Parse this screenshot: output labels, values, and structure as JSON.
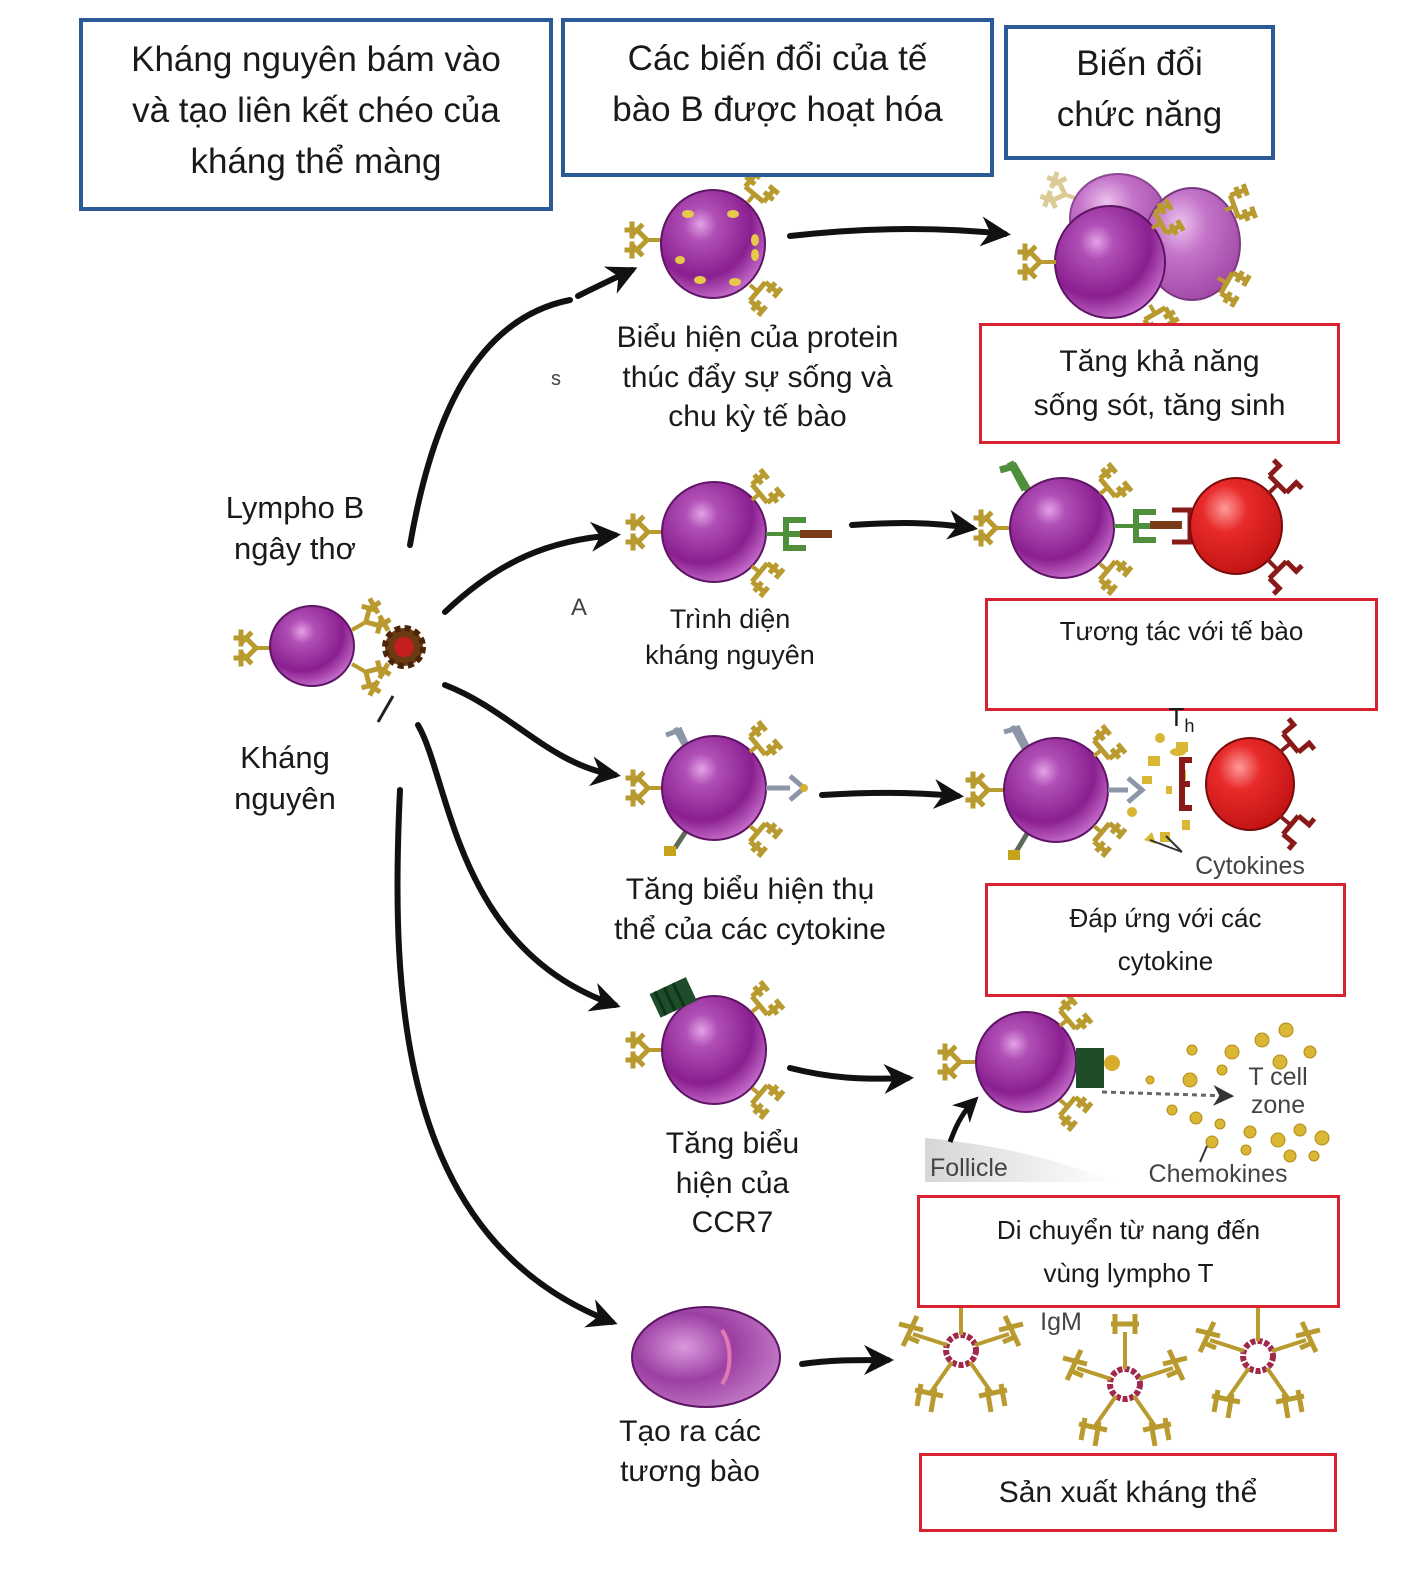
{
  "headers": [
    {
      "id": "binding",
      "text": "Kháng nguyên bám vào\nvà tạo liên kết chéo của\nkháng thể màng"
    },
    {
      "id": "activated-changes",
      "text": "Các biến đổi của tế\nbào B được hoạt hóa"
    },
    {
      "id": "functional-changes",
      "text": "Biến đổi\nchức năng"
    }
  ],
  "left_labels": {
    "naive_b": "Lympho B\nngây thơ",
    "antigen": "Kháng\nnguyên",
    "stray_s": "s",
    "stray_a": "A"
  },
  "pathways": [
    {
      "step": "Biểu hiện của protein\nthúc đẩy sự sống và\nchu kỳ tế bào",
      "function": "Tăng khả năng\nsống sót, tăng sinh"
    },
    {
      "step": "Trình diện\nkháng nguyên",
      "function_main": "Tương tác với tế bào",
      "function_T": "T",
      "function_sub": "h"
    },
    {
      "step": "Tăng biểu hiện thụ\nthể của các cytokine",
      "function": "Đáp ứng với các\ncytokine",
      "annotation": "Cytokines"
    },
    {
      "step": "Tăng biểu\nhiện của\nCCR7",
      "function": "Di chuyển từ nang đến\nvùng lympho T",
      "annotations": {
        "follicle": "Follicle",
        "t_cell_zone": "T cell\nzone",
        "chemokines": "Chemokines"
      }
    },
    {
      "step": "Tạo ra các\ntương bào",
      "function": "Sản xuất kháng thể",
      "annotation": "IgM"
    }
  ],
  "colors": {
    "header_border": "#2b5a97",
    "function_border": "#d7232f",
    "b_cell": "#8e1f93",
    "b_cell_light": "#c46ac8",
    "t_cell": "#d81e1e",
    "antibody": "#b89a2e",
    "mhc": "#4f8f3c",
    "ccr7": "#1f4d2a",
    "antigen": "#9b1a1a",
    "igm_ring": "#a0284a",
    "arrow": "#111111"
  }
}
